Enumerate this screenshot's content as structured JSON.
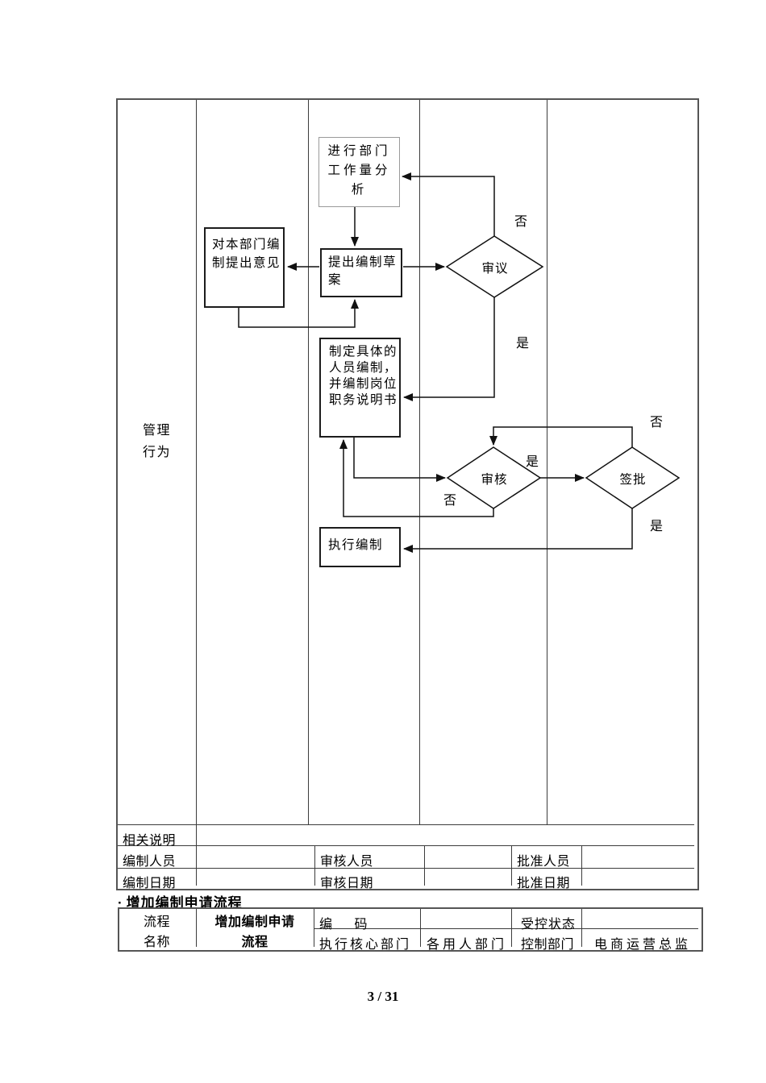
{
  "page_number": "3 / 31",
  "diagram_table": {
    "row_header": "管理\n行为",
    "related_note_label": "相关说明",
    "prepared_by_label": "编制人员",
    "reviewed_by_label": "审核人员",
    "approved_by_label": "批准人员",
    "prepared_date_label": "编制日期",
    "reviewed_date_label": "审核日期",
    "approved_date_label": "批准日期"
  },
  "flowchart": {
    "nodes": {
      "analysis": "进行部门\n工作量分\n析",
      "opinion": "对本部门编\n制提出意见",
      "draft": "提出编制草\n案",
      "review": "审议",
      "plan": "制定具体的\n人员编制，\n并编制岗位\n职务说明书",
      "check": "审核",
      "approve": "签批",
      "execute": "执行编制"
    },
    "edge_labels": {
      "review_no": "否",
      "review_yes": "是",
      "check_no": "否",
      "check_yes": "是",
      "approve_no": "否",
      "approve_yes": "是"
    }
  },
  "section_heading": {
    "bullet": "·",
    "text": "增加编制申请流程"
  },
  "process_table": {
    "name_label": "流程\n名称",
    "name_value": "增加编制申请\n流程",
    "code_label": "编      码",
    "controlled_state_label": "受控状态",
    "executing_core_dept_label": "执行核心部门",
    "user_dept_label": "各用人部门",
    "control_dept_label": "控制部门",
    "control_dept_value": "电商运营总监"
  }
}
